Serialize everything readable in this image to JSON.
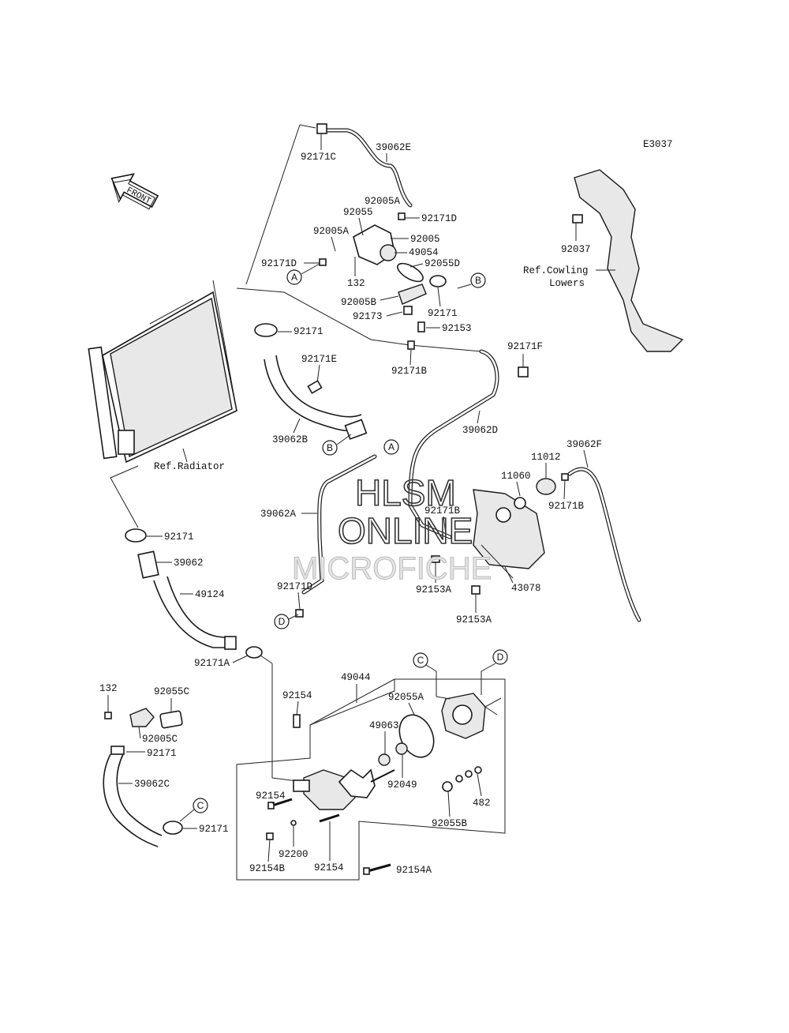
{
  "diagram": {
    "code": "E3037",
    "front_label": "FRONT",
    "watermark": [
      "HLSM",
      "ONLINE",
      "MICROFICHE"
    ],
    "references": {
      "radiator": "Ref.Radiator",
      "cowling_line1": "Ref.Cowling",
      "cowling_line2": "Lowers"
    },
    "connectors": [
      "A",
      "B",
      "C",
      "D"
    ],
    "labels": {
      "l92171C": "92171C",
      "l39062E": "39062E",
      "l92005A_top": "92005A",
      "l92055": "92055",
      "l92171D_top": "92171D",
      "l92005A_mid": "92005A",
      "l92005": "92005",
      "l49054": "49054",
      "l92171D_left": "92171D",
      "l92055D": "92055D",
      "l132_top": "132",
      "l92005B": "92005B",
      "l92171_thermo": "92171",
      "l92173": "92173",
      "l92153": "92153",
      "l92171_rad": "92171",
      "l92171E": "92171E",
      "l92171B_mid": "92171B",
      "l92171F": "92171F",
      "l39062B": "39062B",
      "l39062D": "39062D",
      "l92037": "92037",
      "l39062F": "39062F",
      "l11012": "11012",
      "l11060": "11060",
      "l92171B_right": "92171B",
      "l92171B_tank": "92171B",
      "l39062A": "39062A",
      "l92171_low": "92171",
      "l39062": "39062",
      "l49124": "49124",
      "l92171D_low": "92171D",
      "l92153A_a": "92153A",
      "l43078": "43078",
      "l92153A_b": "92153A",
      "l92171A": "92171A",
      "l49044": "49044",
      "l132_low": "132",
      "l92055C": "92055C",
      "l92154_top": "92154",
      "l92055A": "92055A",
      "l49063": "49063",
      "l92005C": "92005C",
      "l92171_pipe": "92171",
      "l39062C": "39062C",
      "l92049": "92049",
      "l92154_mid": "92154",
      "l482": "482",
      "l92171_c": "92171",
      "l92055B": "92055B",
      "l92200": "92200",
      "l92154B": "92154B",
      "l92154_low": "92154",
      "l92154A": "92154A"
    }
  }
}
